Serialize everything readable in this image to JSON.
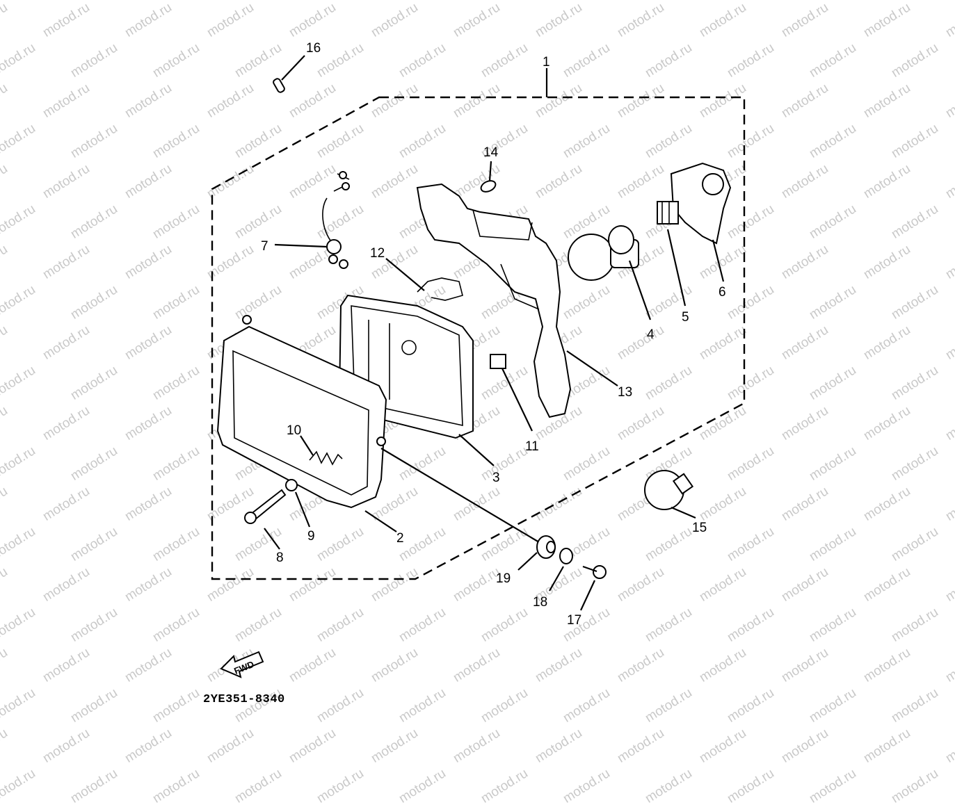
{
  "watermark": {
    "text": "motod.ru",
    "color": "#c9c9c9"
  },
  "diagram": {
    "code": "2YE351-8340",
    "fwd_label": "FWD",
    "callouts": {
      "c1": "1",
      "c2": "2",
      "c3": "3",
      "c4": "4",
      "c5": "5",
      "c6": "6",
      "c7": "7",
      "c8": "8",
      "c9": "9",
      "c10": "10",
      "c11": "11",
      "c12": "12",
      "c13": "13",
      "c14": "14",
      "c15": "15",
      "c16": "16",
      "c17": "17",
      "c18": "18",
      "c19": "19"
    }
  },
  "colors": {
    "ink": "#000000",
    "paper": "#ffffff"
  }
}
